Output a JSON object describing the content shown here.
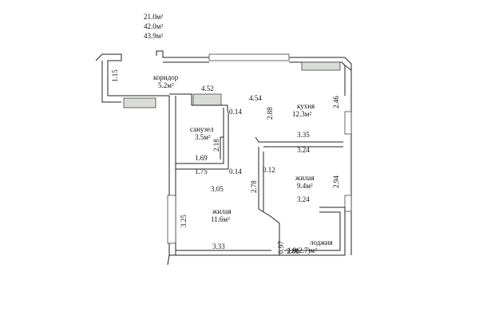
{
  "areas": {
    "living": "21.0м²",
    "total": "42.0м²",
    "total_with_loggia": "43.9м²"
  },
  "rooms": {
    "corridor_name": "коридор",
    "corridor_area": "5.2м²",
    "kitchen_name": "кухня",
    "kitchen_area": "12.3м²",
    "bathroom_name": "санузел",
    "bathroom_area": "3.5м²",
    "bedroom_name": "жилая",
    "bedroom_area": "9.4м²",
    "living_name": "жилая",
    "living_area": "11.6м²",
    "loggia_name": "лоджия",
    "loggia_area": "1.9(2.7)м²"
  },
  "dimensions": {
    "corridor_depth": "1.15",
    "corridor_width": "4.52",
    "kitchen_width": "4.54",
    "wall_a": "0.14",
    "kitchen_depth_inner": "2.88",
    "kitchen_depth_outer": "2.46",
    "bath_height": "2.18",
    "kitchen_lower_a": "3.35",
    "kitchen_lower_b": "3.24",
    "bath_width": "1.69",
    "hall_width": "1.75",
    "wall_b": "0.14",
    "wall_c": "0.12",
    "partition_len": "2.78",
    "bedroom_side": "2.94",
    "living_top": "3.05",
    "bedroom_bottom": "3.24",
    "living_side": "3.25",
    "living_bottom": "3.33",
    "loggia_depth": "0.97",
    "loggia_width": "2.80"
  },
  "colors": {
    "wall": "#222222",
    "hatch": "#d9dcd6",
    "background": "#ffffff"
  }
}
